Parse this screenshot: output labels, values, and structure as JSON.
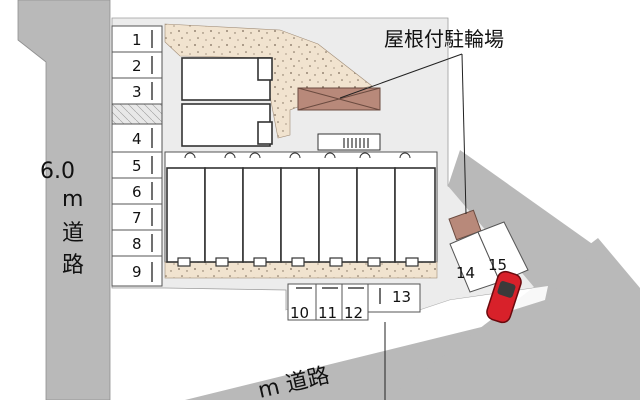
{
  "diagram": {
    "roads": {
      "west_road_label_number": "6.0",
      "west_road_label_unit": "m",
      "west_road_label_1": "道",
      "west_road_label_2": "路",
      "south_road_label": "m 道路"
    },
    "callout": {
      "label": "屋根付駐輪場"
    },
    "parking_spaces_left": [
      "1",
      "2",
      "3",
      "4",
      "5",
      "6",
      "7",
      "8",
      "9"
    ],
    "parking_spaces_bottom": [
      "10",
      "11",
      "12",
      "13"
    ],
    "parking_spaces_right": [
      "14",
      "15"
    ]
  },
  "colors": {
    "road_gray": "#b9b9b9",
    "lot_gray": "#ececec",
    "garden_beige": "#f1e3cf",
    "bike_shelter": "#b8897a",
    "car_red": "#d8212a"
  }
}
